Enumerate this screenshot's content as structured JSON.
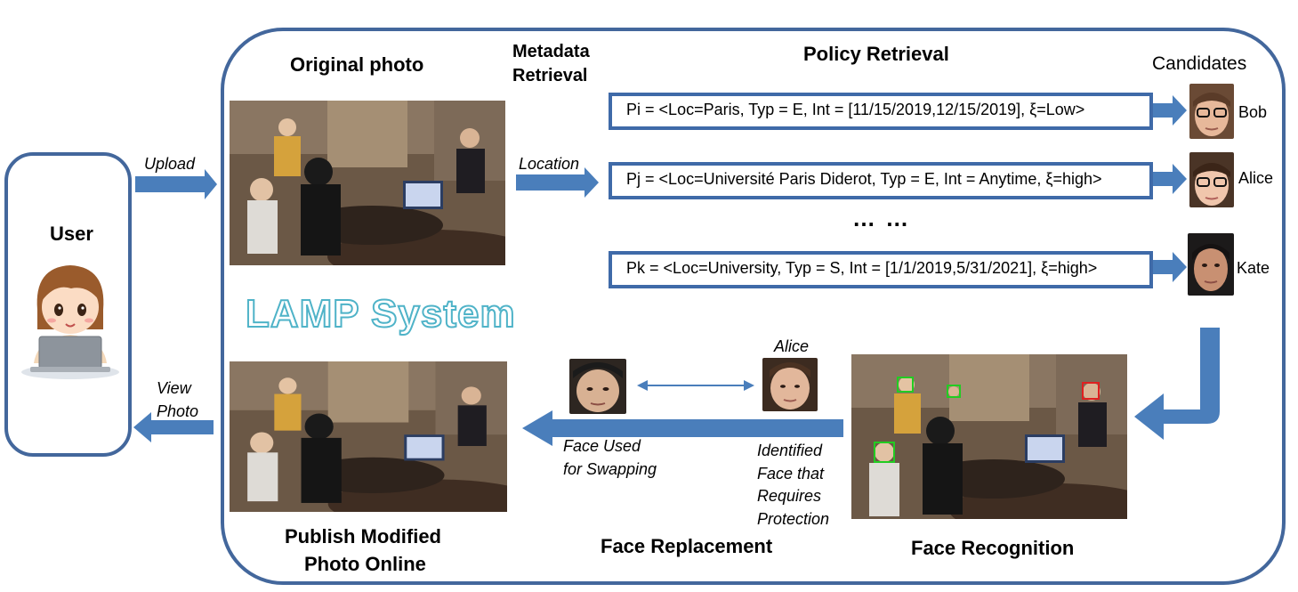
{
  "user": {
    "label": "User"
  },
  "edges": {
    "upload": "Upload",
    "view_photo_1": "View",
    "view_photo_2": "Photo",
    "location": "Location",
    "face_used_1": "Face Used",
    "face_used_2": "for Swapping",
    "identified_1": "Identified",
    "identified_2": "Face that",
    "identified_3": "Requires",
    "identified_4": "Protection",
    "alice_swap": "Alice"
  },
  "system": {
    "name": "LAMP System"
  },
  "stages": {
    "original_photo": "Original photo",
    "metadata_1": "Metadata",
    "metadata_2": "Retrieval",
    "policy_retrieval": "Policy Retrieval",
    "candidates": "Candidates",
    "face_recognition": "Face Recognition",
    "face_replacement": "Face Replacement",
    "publish_1": "Publish Modified",
    "publish_2": "Photo Online"
  },
  "policies": [
    {
      "id": "Pi",
      "text": "= <Loc=Paris, Typ = E, Int = [11/15/2019,12/15/2019], ξ=Low>"
    },
    {
      "id": "Pj",
      "text": "= <Loc=Université Paris Diderot, Typ = E, Int = Anytime, ξ=high>"
    },
    {
      "id": "Pk",
      "text": "= <Loc=University, Typ = S, Int = [1/1/2019,5/31/2021], ξ=high>"
    }
  ],
  "ellipsis": "… …",
  "candidates": [
    {
      "name": "Bob"
    },
    {
      "name": "Alice"
    },
    {
      "name": "Kate"
    }
  ],
  "colors": {
    "arrow": "#4a7ebb",
    "frame": "#43679c",
    "lamp": "#4fb3c8",
    "match_box": "#22cc22",
    "target_box": "#e02020"
  }
}
